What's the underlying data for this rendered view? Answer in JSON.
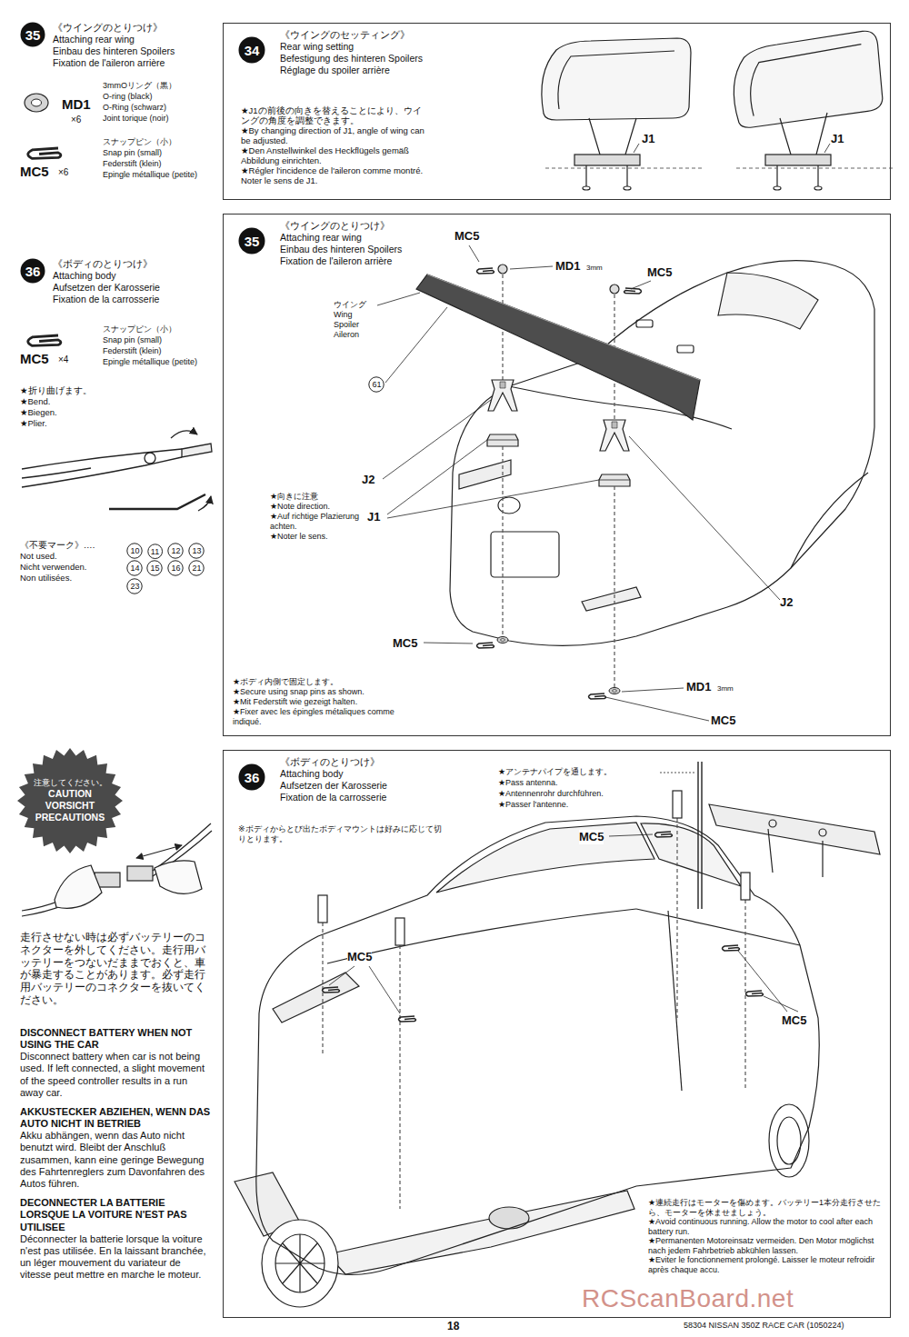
{
  "diagram": {
    "nodes": [
      {
        "text": [
          "35"
        ]
      },
      {
        "text": [
          "36"
        ]
      },
      {
        "text": [
          "10"
        ]
      },
      {
        "text": [
          "11"
        ]
      },
      {
        "text": [
          "12"
        ]
      },
      {
        "text": [
          "13"
        ]
      },
      {
        "text": [
          "14"
        ]
      },
      {
        "text": [
          "15"
        ]
      },
      {
        "text": [
          "16"
        ]
      },
      {
        "text": [
          "21"
        ]
      },
      {
        "text": [
          "23"
        ]
      },
      {
        "text": [
          "注意してください。",
          "CAUTION",
          "VORSICHT",
          "PRECAUTIONS"
        ]
      },
      {
        "text": [
          "《ウイングのセッティング》",
          "Rear wing setting",
          "Befestigung des hinteren Spoilers",
          "Réglage du spoiler arrière"
        ]
      },
      {
        "text": [
          "34"
        ],
        "in": 12
      },
      {
        "text": [
          "《ウイングのとりつけ》",
          "Attaching rear wing",
          "Einbau des hinteren Spoilers",
          "Fixation de l'aileron arrière"
        ]
      },
      {
        "text": [
          "35"
        ],
        "in": 14
      },
      {
        "text": [
          "61"
        ],
        "in": 14
      },
      {
        "text": [
          "《ボディのとりつけ》",
          "Attaching body",
          "Aufsetzen der Karosserie",
          "Fixation de la carrosserie"
        ]
      },
      {
        "text": [
          "36"
        ],
        "in": 17
      }
    ],
    "labels": [
      "《ウイングのとりつけ》",
      "Attaching rear wing",
      "Einbau des hinteren Spoilers",
      "Fixation de l'aileron arrière",
      "MD1",
      "×6",
      "3mmOリング（黒）",
      "O-ring (black)",
      "O-Ring (schwarz)",
      "Joint torique (noir)",
      "スナップピン（小）",
      "Snap pin (small)",
      "Federstift (klein)",
      "Epingle métallique (petite)",
      "MC5",
      "×6",
      "《ボディのとりつけ》",
      "Attaching body",
      "Aufsetzen der Karosserie",
      "Fixation de la carrosserie",
      "スナップピン（小）",
      "Snap pin (small)",
      "Federstift (klein)",
      "Epingle métallique (petite)",
      "MC5",
      "×4",
      "★折り曲げます。",
      "★Bend.",
      "★Biegen.",
      "★Plier.",
      "《不要マーク》‥‥",
      "Not used.",
      "Nicht verwenden.",
      "Non utilisées.",
      "走行させない時は必ずバッテリーのコネクターを外してください。走行用バッテリーをつないだままでおくと、車が暴走することがあります。必ず走行用バッテリーのコネクターを抜いてください。",
      "DISCONNECT BATTERY WHEN NOT USING THE CAR",
      "Disconnect battery when car is not being used. If left connected, a slight movement of the speed controller results in a run away car.",
      "AKKUSTECKER ABZIEHEN, WENN DAS AUTO NICHT IN BETRIEB",
      "Akku abhängen, wenn das Auto nicht benutzt wird. Bleibt der Anschluß zusammen, kann eine geringe Bewegung des Fahrtenreglers zum Davonfahren des Autos führen.",
      "DECONNECTER LA BATTERIE LORSQUE LA VOITURE N'EST PAS UTILISEE",
      "Déconnecter la batterie lorsque la voiture n'est pas utilisée. En la laissant branchée, un léger mouvement du variateur de vitesse peut mettre en marche le moteur.",
      "★J1の前後の向きを替えることにより、ウイングの角度を調整できます。",
      "★By changing direction of J1, angle of wing can be adjusted.",
      "★Den Anstellwinkel des Heckflügels gemäß Abbildung einrichten.",
      "★Régler l'incidence de l'aileron comme montré. Noter le sens de J1.",
      "J1",
      "J1",
      "MC5",
      "MD1",
      "3mm",
      "MC5",
      "ウイング",
      "Wing",
      "Spoiler",
      "Aileron",
      "J2",
      "★向きに注意",
      "★Note direction.",
      "★Auf richtige Plazierung achten.",
      "★Noter le sens.",
      "J1",
      "J2",
      "MC5",
      "MD1",
      "3mm",
      "MC5",
      "★ボディ内側で固定します。",
      "★Secure using snap pins as shown.",
      "★Mit Federstift wie gezeigt halten.",
      "★Fixer avec les épingles métaliques comme indiqué.",
      "※ボディからとび出たボディマウントは好みに応じて切りとります。",
      "★アンテナパイプを通します。",
      "★Pass antenna.",
      "★Antennenrohr durchführen.",
      "★Passer l'antenne.",
      "MC5",
      "MC5",
      "MC5",
      "★連続走行はモーターを傷めます。バッテリー1本分走行させたら、モーターを休ませましょう。",
      "★Avoid continuous running. Allow the motor to cool after each battery run.",
      "★Permanenten Motoreinsatz vermeiden. Den Motor möglichst nach jedem Fahrbetrieb abkühlen lassen.",
      "★Eviter le fonctionnement prolongé. Laisser le moteur refroidir après chaque accu.",
      "18",
      "58304 NISSAN 350Z RACE CAR (1050224)",
      "RCScanBoard.net"
    ]
  }
}
